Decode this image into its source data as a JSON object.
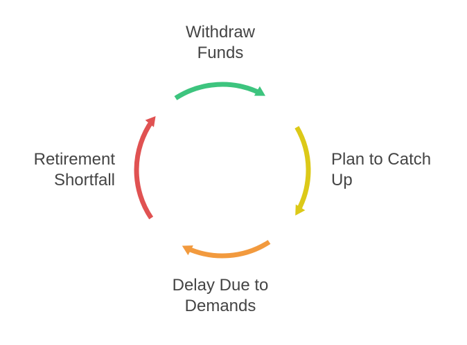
{
  "diagram": {
    "steps": [
      {
        "id": "top",
        "lines": [
          "Withdraw",
          "Funds"
        ],
        "color": "#3dc47e"
      },
      {
        "id": "right",
        "lines": [
          "Plan to Catch",
          "Up"
        ],
        "color": "#dcc918"
      },
      {
        "id": "bottom",
        "lines": [
          "Delay Due to",
          "Demands"
        ],
        "color": "#f29a3e"
      },
      {
        "id": "left",
        "lines": [
          "Retirement",
          "Shortfall"
        ],
        "color": "#e05252"
      }
    ],
    "direction": "clockwise"
  }
}
